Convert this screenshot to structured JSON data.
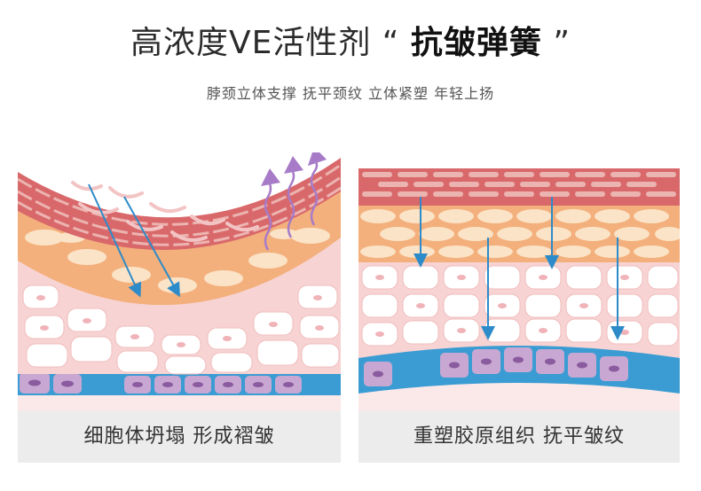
{
  "header": {
    "title_main": "高浓度VE活性剂",
    "title_open_quote": "“",
    "title_highlight": "抗皱弹簧",
    "title_close_quote": "”",
    "subtitle": "脖颈立体支撑  抚平颈纹  立体紧塑  年轻上扬"
  },
  "panels": [
    {
      "caption": "细胞体坍塌  形成褶皱"
    },
    {
      "caption": "重塑胶原组织  抚平皱纹"
    }
  ],
  "colors": {
    "epidermis_red": "#d9686b",
    "brick_light": "#ecb4b0",
    "fat_orange": "#f3b07c",
    "fat_light": "#fbe3c7",
    "dermis_pink": "#f7d3d3",
    "cell_white": "#ffffff",
    "nucleus_pink": "#f0b3b8",
    "basal_blue": "#3a9cd3",
    "purple_cell": "#c8a8d2",
    "purple_nucleus": "#8a5b9e",
    "arrow_blue": "#2d8bc9",
    "wave_purple": "#a77bc7",
    "caption_bg": "#ececec"
  }
}
